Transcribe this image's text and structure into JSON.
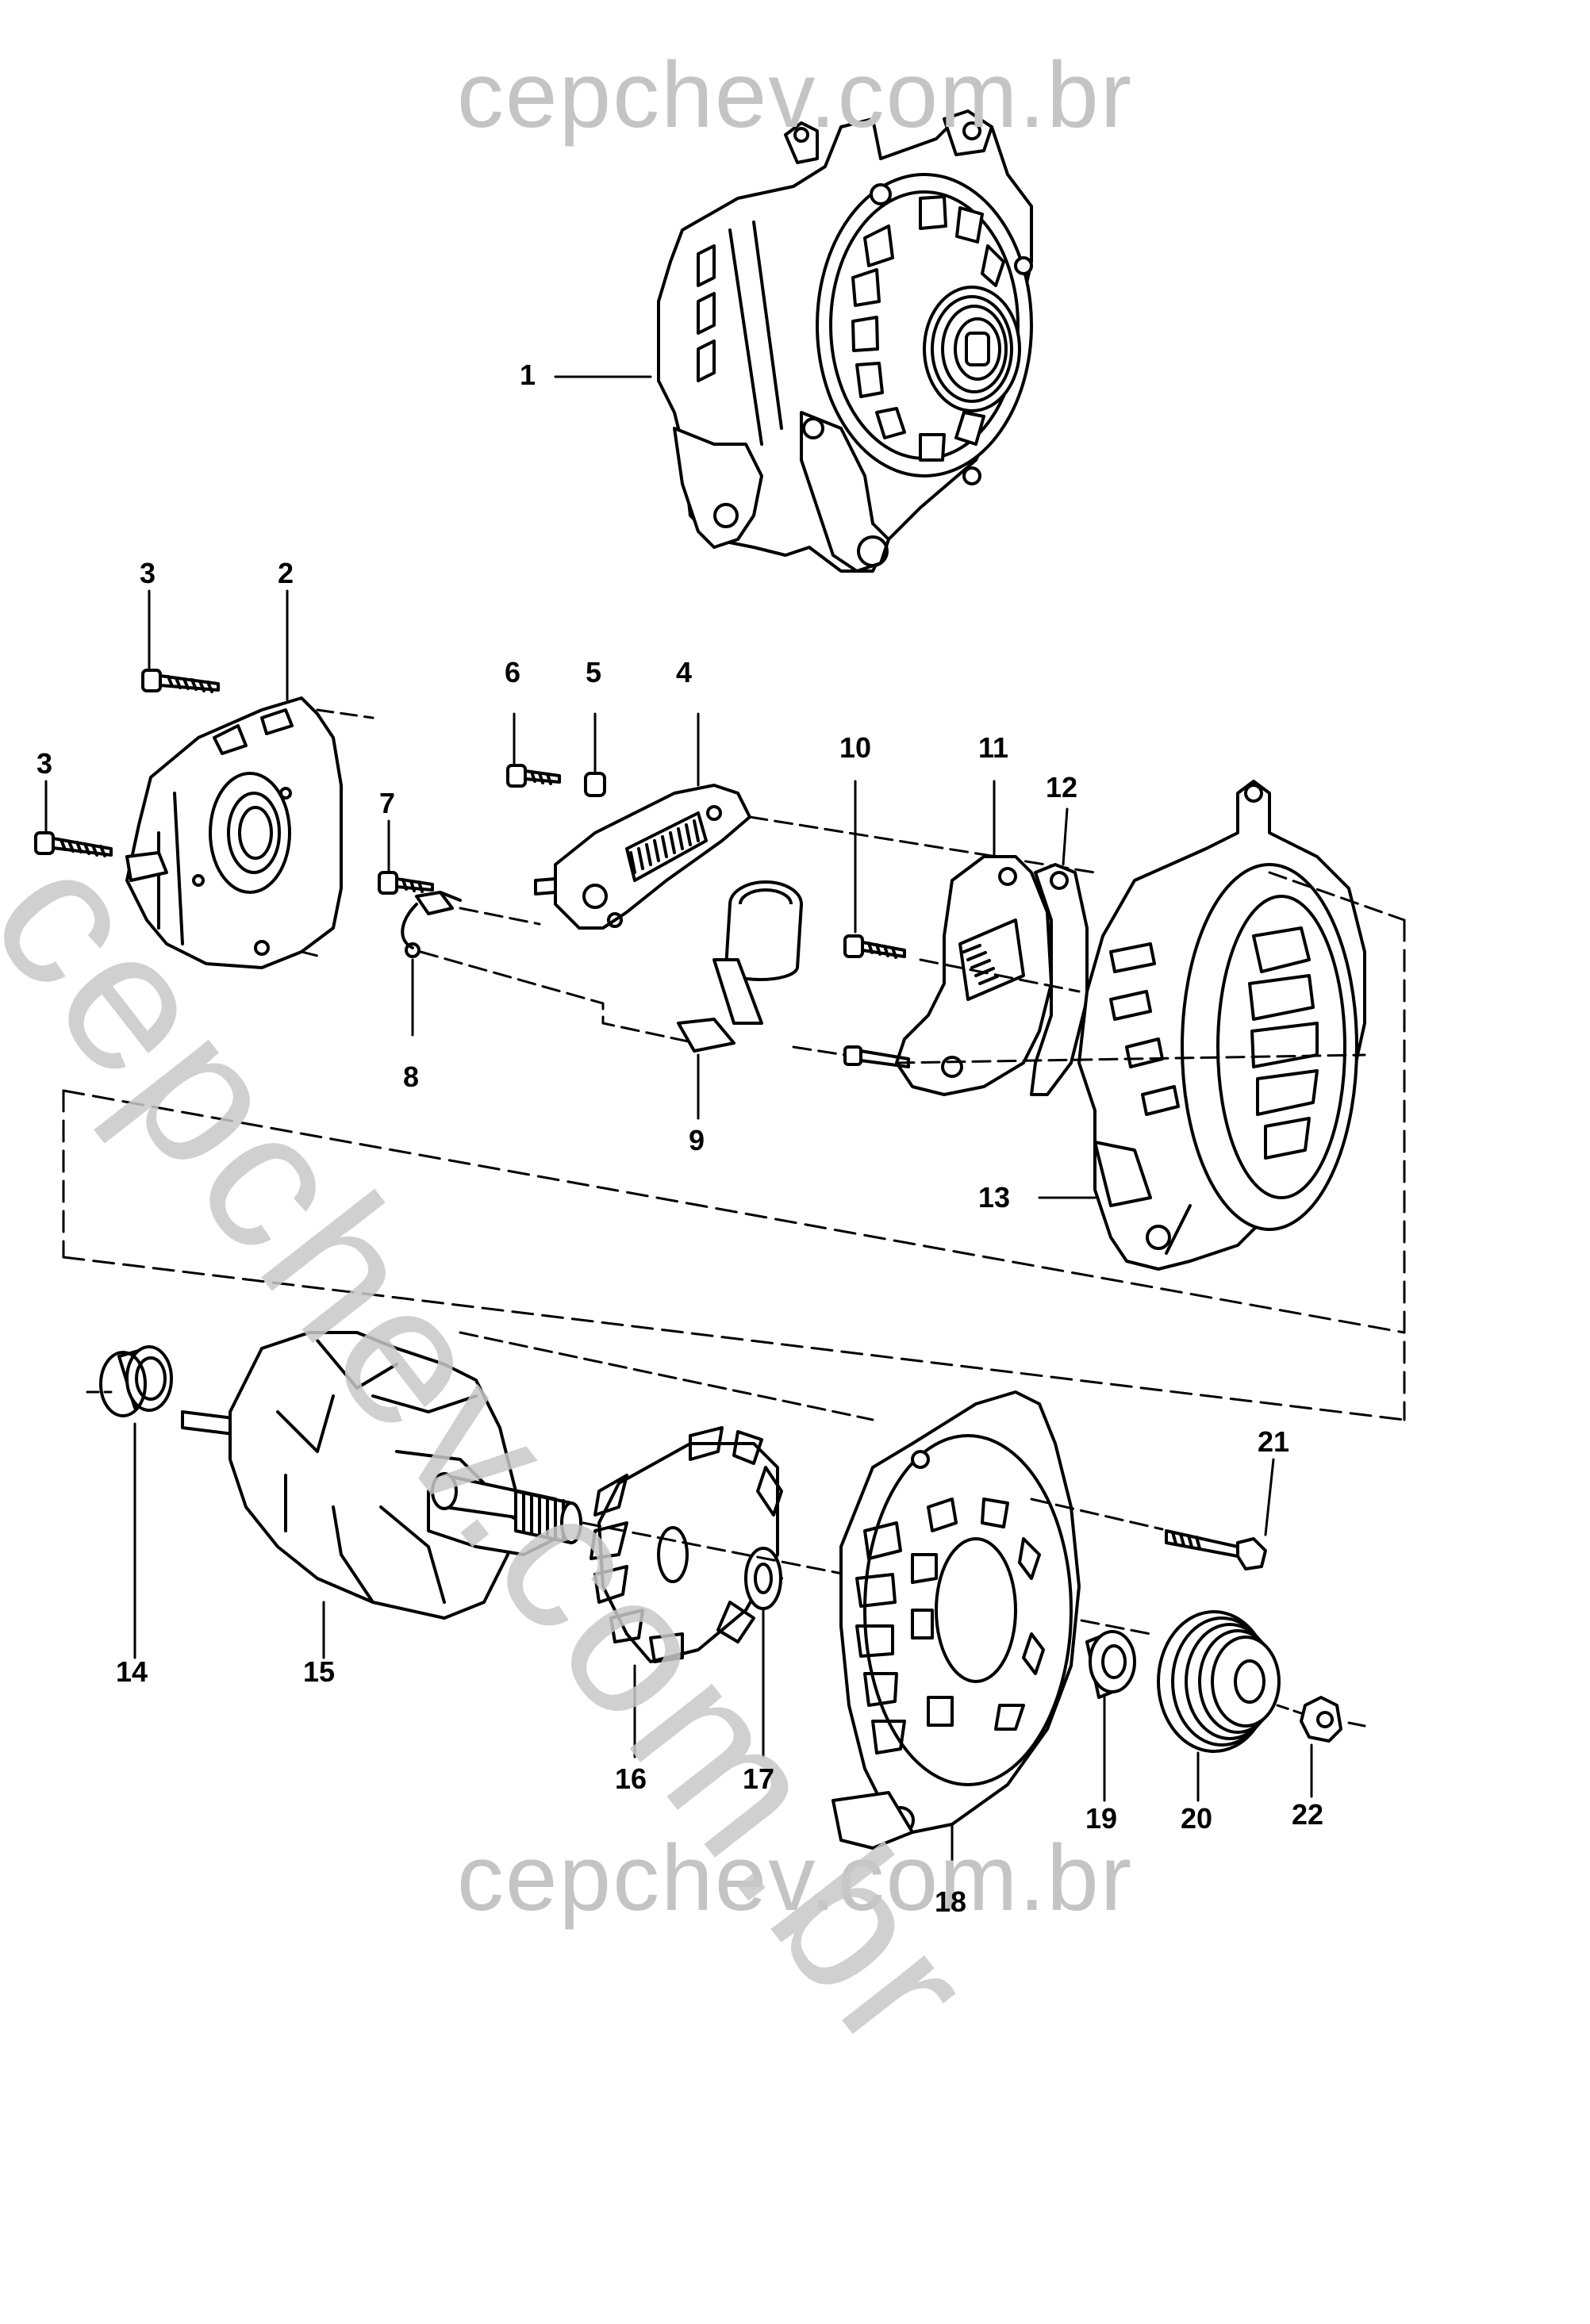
{
  "watermark": {
    "top": "cepchev.com.br",
    "bottom": "cepchev.com.br",
    "diagonal": "cepchev.com.br"
  },
  "callouts": [
    {
      "id": "1",
      "text": "1"
    },
    {
      "id": "2",
      "text": "2"
    },
    {
      "id": "3a",
      "text": "3"
    },
    {
      "id": "3b",
      "text": "3"
    },
    {
      "id": "4",
      "text": "4"
    },
    {
      "id": "5",
      "text": "5"
    },
    {
      "id": "6",
      "text": "6"
    },
    {
      "id": "7",
      "text": "7"
    },
    {
      "id": "8",
      "text": "8"
    },
    {
      "id": "9",
      "text": "9"
    },
    {
      "id": "10",
      "text": "10"
    },
    {
      "id": "11",
      "text": "11"
    },
    {
      "id": "12",
      "text": "12"
    },
    {
      "id": "13",
      "text": "13"
    },
    {
      "id": "14",
      "text": "14"
    },
    {
      "id": "15",
      "text": "15"
    },
    {
      "id": "16",
      "text": "16"
    },
    {
      "id": "17",
      "text": "17"
    },
    {
      "id": "18",
      "text": "18"
    },
    {
      "id": "19",
      "text": "19"
    },
    {
      "id": "20",
      "text": "20"
    },
    {
      "id": "21",
      "text": "21"
    },
    {
      "id": "22",
      "text": "22"
    }
  ]
}
